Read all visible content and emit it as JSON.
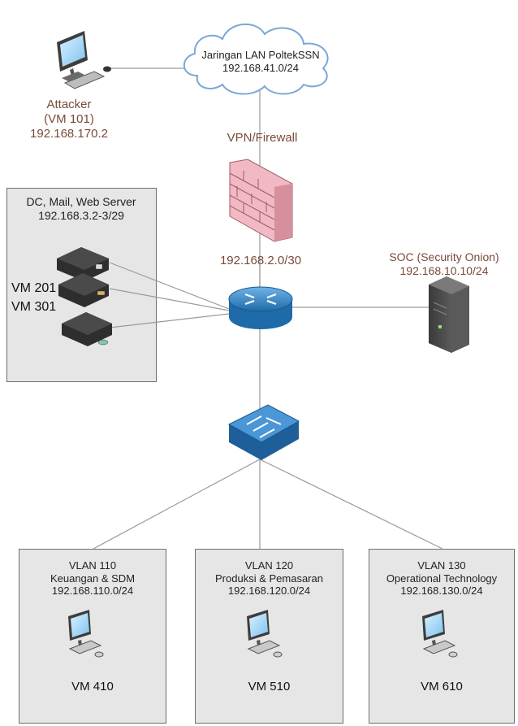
{
  "cloud": {
    "name": "Jaringan LAN PoltekSSN",
    "subnet": "192.168.41.0/24"
  },
  "attacker": {
    "name": "Attacker",
    "vm": "(VM 101)",
    "ip": "192.168.170.2"
  },
  "firewall": {
    "label": "VPN/Firewall"
  },
  "router_link": {
    "subnet": "192.168.2.0/30"
  },
  "servers": {
    "title": "DC, Mail, Web Server",
    "subnet": "192.168.3.2-3/29",
    "vm_a": "VM 201",
    "vm_b": "VM 301"
  },
  "soc": {
    "name": "SOC (Security Onion)",
    "ip": "192.168.10.10/24"
  },
  "vlans": [
    {
      "name": "VLAN 110",
      "dept": "Keuangan & SDM",
      "subnet": "192.168.110.0/24",
      "vm": "VM 410"
    },
    {
      "name": "VLAN 120",
      "dept": "Produksi & Pemasaran",
      "subnet": "192.168.120.0/24",
      "vm": "VM 510"
    },
    {
      "name": "VLAN 130",
      "dept": "Operational Technology",
      "subnet": "192.168.130.0/24",
      "vm": "VM 610"
    }
  ],
  "colors": {
    "cloud_outline": "#7aa7d8",
    "firewall": "#f0b9c3",
    "router": "#3a86c8",
    "switch": "#2f7bc2",
    "box_fill": "#e6e6e6",
    "label_brown": "#7a4a3a"
  }
}
